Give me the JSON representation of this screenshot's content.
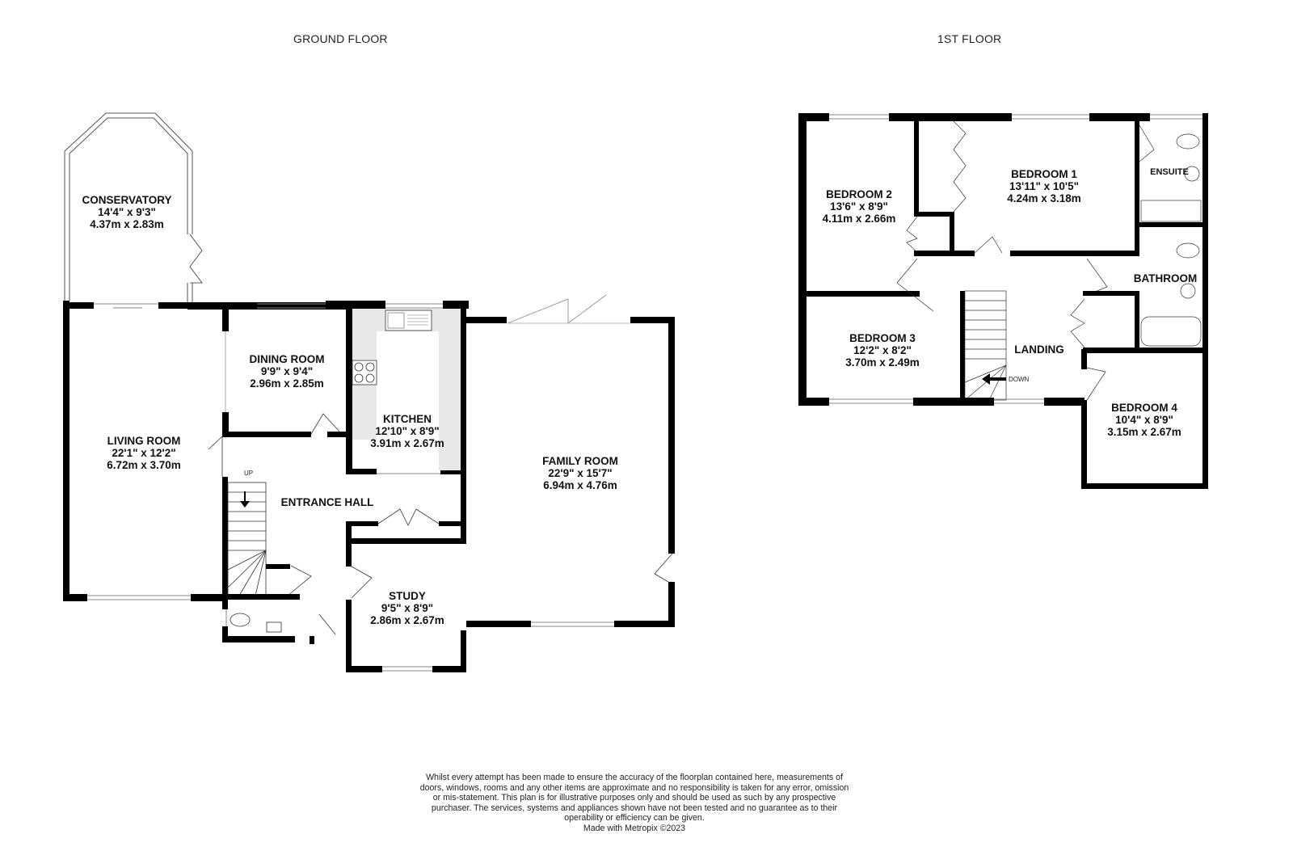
{
  "floors": [
    {
      "title": "GROUND FLOOR",
      "rooms": [
        {
          "name": "CONSERVATORY",
          "imperial": "14'4\"  x 9'3\"",
          "metric": "4.37m  x 2.83m"
        },
        {
          "name": "LIVING ROOM",
          "imperial": "22'1\"  x 12'2\"",
          "metric": "6.72m  x 3.70m"
        },
        {
          "name": "DINING ROOM",
          "imperial": "9'9\"  x 9'4\"",
          "metric": "2.96m  x 2.85m"
        },
        {
          "name": "KITCHEN",
          "imperial": "12'10\"  x 8'9\"",
          "metric": "3.91m  x 2.67m"
        },
        {
          "name": "FAMILY ROOM",
          "imperial": "22'9\"  x 15'7\"",
          "metric": "6.94m  x 4.76m"
        },
        {
          "name": "ENTRANCE HALL",
          "imperial": "",
          "metric": ""
        },
        {
          "name": "STUDY",
          "imperial": "9'5\"  x 8'9\"",
          "metric": "2.86m  x 2.67m"
        }
      ],
      "stair_label": "UP"
    },
    {
      "title": "1ST FLOOR",
      "rooms": [
        {
          "name": "BEDROOM 2",
          "imperial": "13'6\"  x 8'9\"",
          "metric": "4.11m  x 2.66m"
        },
        {
          "name": "BEDROOM 1",
          "imperial": "13'11\"  x 10'5\"",
          "metric": "4.24m  x 3.18m"
        },
        {
          "name": "ENSUITE",
          "imperial": "",
          "metric": ""
        },
        {
          "name": "BATHROOM",
          "imperial": "",
          "metric": ""
        },
        {
          "name": "BEDROOM 3",
          "imperial": "12'2\"  x 8'2\"",
          "metric": "3.70m  x 2.49m"
        },
        {
          "name": "LANDING",
          "imperial": "",
          "metric": ""
        },
        {
          "name": "BEDROOM 4",
          "imperial": "10'4\"  x 8'9\"",
          "metric": "3.15m  x 2.67m"
        }
      ],
      "stair_label": "DOWN"
    }
  ],
  "disclaimer": {
    "text": "Whilst every attempt has been made to ensure the accuracy of the floorplan contained here, measurements of doors, windows, rooms and any other items are approximate and no responsibility is taken for any error, omission or mis-statement. This plan is for illustrative purposes only and should be used as such by any prospective purchaser. The services, systems and appliances shown have not been tested and no guarantee as to their operability or efficiency can be given.",
    "credit": "Made with Metropix ©2023"
  },
  "colors": {
    "wall": "#000000",
    "kitchen_counter": "#e8e8e8",
    "background": "#ffffff"
  }
}
